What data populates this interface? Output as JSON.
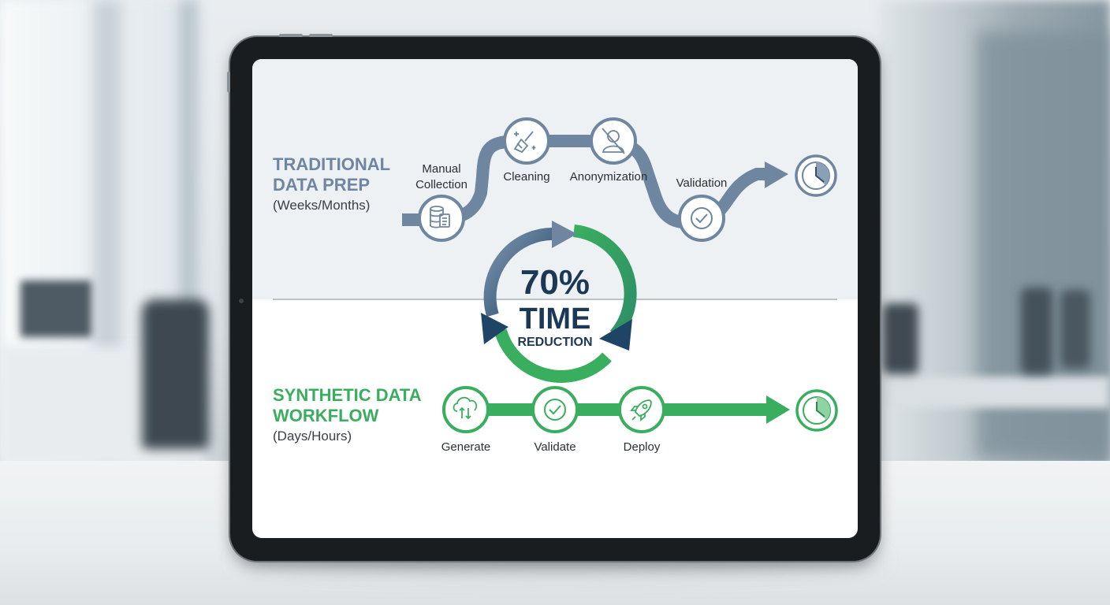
{
  "traditional": {
    "title_line1": "TRADITIONAL",
    "title_line2": "DATA PREP",
    "subtitle": "(Weeks/Months)",
    "steps": [
      {
        "label_line1": "Manual",
        "label_line2": "Collection",
        "icon": "database-icon"
      },
      {
        "label_line1": "Cleaning",
        "icon": "broom-icon"
      },
      {
        "label_line1": "Anonymization",
        "icon": "user-slash-icon"
      },
      {
        "label_line1": "Validation",
        "icon": "check-icon"
      }
    ],
    "end_icon": "clock-icon"
  },
  "center": {
    "percent": "70%",
    "word": "TIME",
    "caption": "REDUCTION"
  },
  "synthetic": {
    "title_line1": "SYNTHETIC DATA",
    "title_line2": "WORKFLOW",
    "subtitle": "(Days/Hours)",
    "steps": [
      {
        "label": "Generate",
        "icon": "cloud-sync-icon"
      },
      {
        "label": "Validate",
        "icon": "check-icon"
      },
      {
        "label": "Deploy",
        "icon": "rocket-icon"
      }
    ],
    "end_icon": "clock-icon"
  },
  "colors": {
    "slate": "#6e86a0",
    "slate_dark": "#586f88",
    "navy": "#1c3857",
    "green": "#3aae5f",
    "green_dark": "#2b9a4f"
  }
}
